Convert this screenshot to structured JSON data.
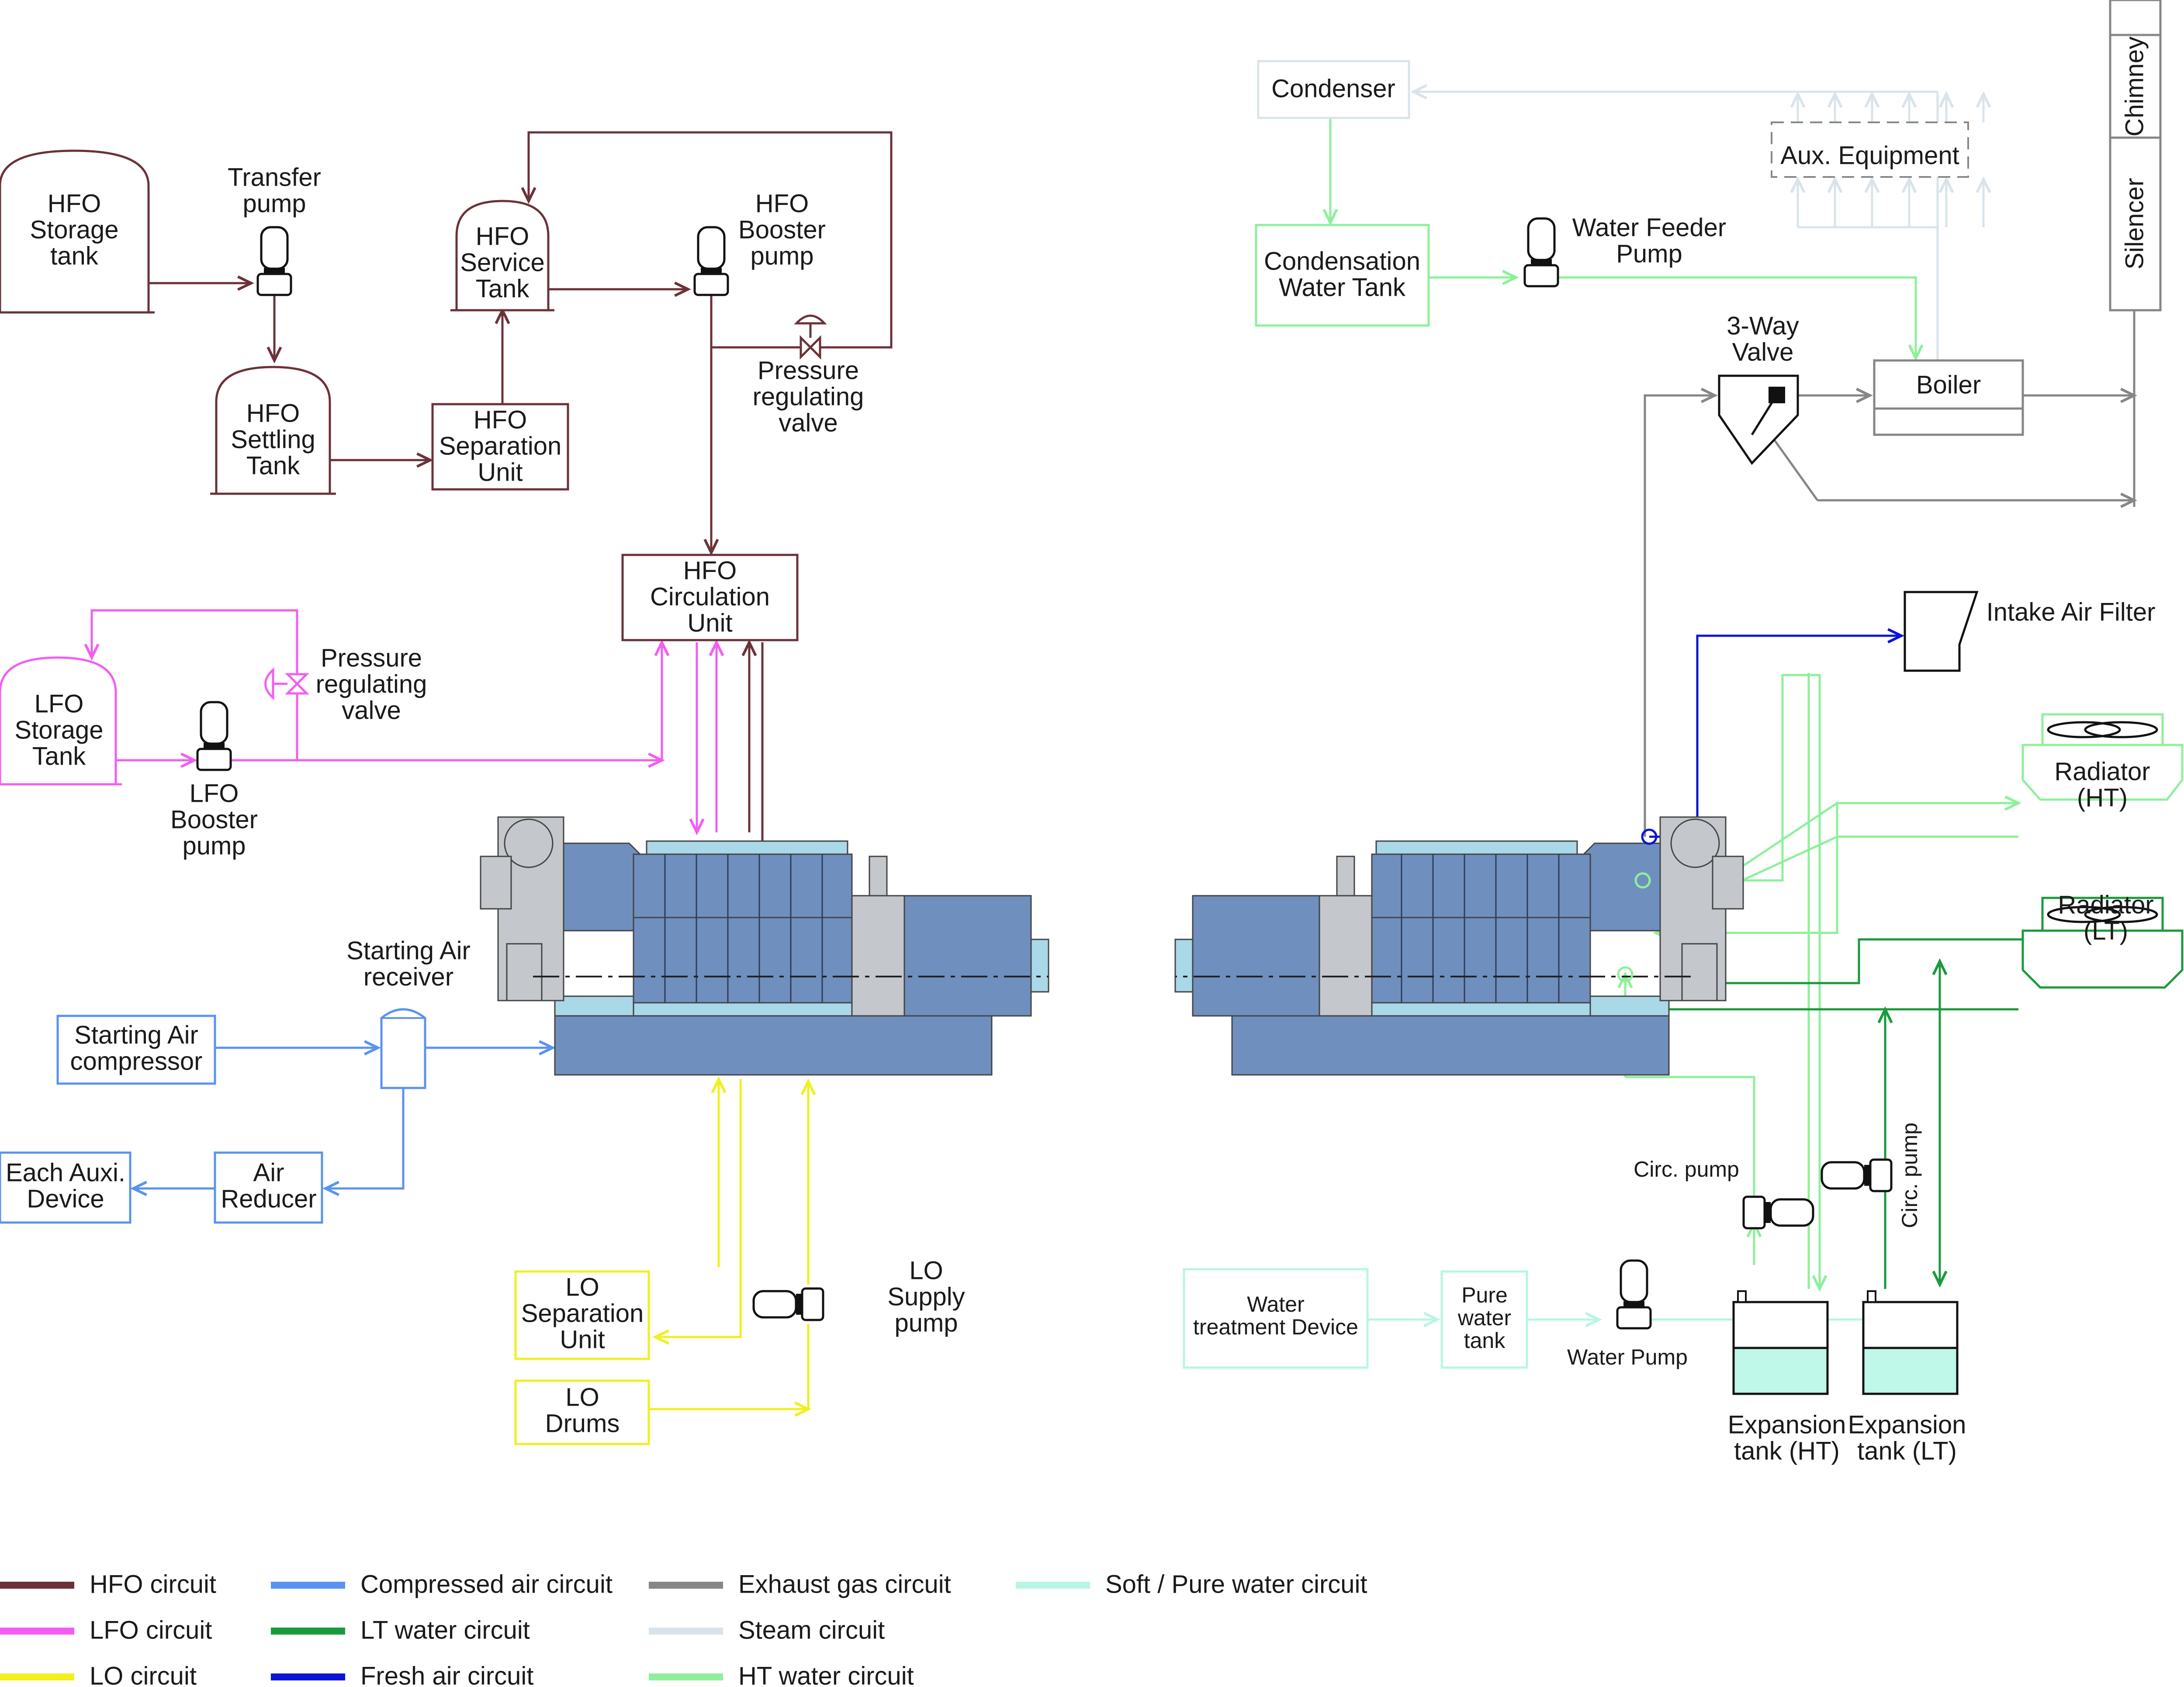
{
  "colors": {
    "hfo": "#6b3238",
    "lfo": "#f25ef2",
    "lo": "#f2ef1d",
    "air": "#5a93ef",
    "lt": "#1a9a3c",
    "fresh": "#0b14d4",
    "exhaust": "#868686",
    "steam": "#d9e4ea",
    "ht": "#8ef09a",
    "soft": "#b8f5e4",
    "engine": "#6f8fbf",
    "engine_light": "#a9d8e8",
    "engine_gray": "#c4c8cc"
  },
  "labels": {
    "hfo_storage": [
      "HFO",
      "Storage",
      "tank"
    ],
    "transfer_pump": [
      "Transfer",
      "pump"
    ],
    "hfo_settling": [
      "HFO",
      "Settling",
      "Tank"
    ],
    "hfo_separation": [
      "HFO",
      "Separation",
      "Unit"
    ],
    "hfo_service": [
      "HFO",
      "Service",
      "Tank"
    ],
    "hfo_booster": [
      "HFO",
      "Booster",
      "pump"
    ],
    "pressure_valve_hfo": [
      "Pressure",
      "regulating",
      "valve"
    ],
    "hfo_circulation": [
      "HFO",
      "Circulation",
      "Unit"
    ],
    "lfo_storage": [
      "LFO",
      "Storage",
      "Tank"
    ],
    "lfo_booster": [
      "LFO",
      "Booster",
      "pump"
    ],
    "pressure_valve_lfo": [
      "Pressure",
      "regulating",
      "valve"
    ],
    "starting_air_receiver": [
      "Starting Air",
      "receiver"
    ],
    "starting_air_compressor": [
      "Starting Air",
      "compressor"
    ],
    "each_auxi_device": [
      "Each Auxi.",
      "Device"
    ],
    "air_reducer": [
      "Air",
      "Reducer"
    ],
    "lo_separation": [
      "LO",
      "Separation",
      "Unit"
    ],
    "lo_drums": [
      "LO",
      "Drums"
    ],
    "lo_supply_pump": [
      "LO",
      "Supply",
      "pump"
    ],
    "condenser": "Condenser",
    "aux_equipment": "Aux. Equipment",
    "chimney": "Chimney",
    "silencer": "Silencer",
    "condensation_tank": [
      "Condensation",
      "Water Tank"
    ],
    "water_feeder_pump": [
      "Water Feeder",
      "Pump"
    ],
    "three_way_valve": [
      "3-Way",
      "Valve"
    ],
    "boiler": "Boiler",
    "intake_air_filter": "Intake Air Filter",
    "radiator_ht": [
      "Radiator",
      "(HT)"
    ],
    "radiator_lt": [
      "Radiator",
      "(LT)"
    ],
    "circ_pump_ht": "Circ. pump",
    "circ_pump_lt": "Circ. pump",
    "water_treatment": [
      "Water",
      "treatment Device"
    ],
    "pure_water_tank": [
      "Pure",
      "water",
      "tank"
    ],
    "water_pump": "Water Pump",
    "expansion_ht": [
      "Expansion",
      "tank (HT)"
    ],
    "expansion_lt": [
      "Expansion",
      "tank (LT)"
    ]
  },
  "legend": [
    {
      "label": "HFO circuit",
      "color": "#6b3238"
    },
    {
      "label": "LFO circuit",
      "color": "#f25ef2"
    },
    {
      "label": "LO circuit",
      "color": "#f2ef1d"
    },
    {
      "label": "Compressed air circuit",
      "color": "#5a93ef"
    },
    {
      "label": "LT water circuit",
      "color": "#1a9a3c"
    },
    {
      "label": "Fresh air circuit",
      "color": "#0b14d4"
    },
    {
      "label": "Exhaust gas circuit",
      "color": "#868686"
    },
    {
      "label": "Steam circuit",
      "color": "#d9e4ea"
    },
    {
      "label": "HT water circuit",
      "color": "#8ef09a"
    },
    {
      "label": "Soft / Pure water circuit",
      "color": "#b8f5e4"
    }
  ]
}
